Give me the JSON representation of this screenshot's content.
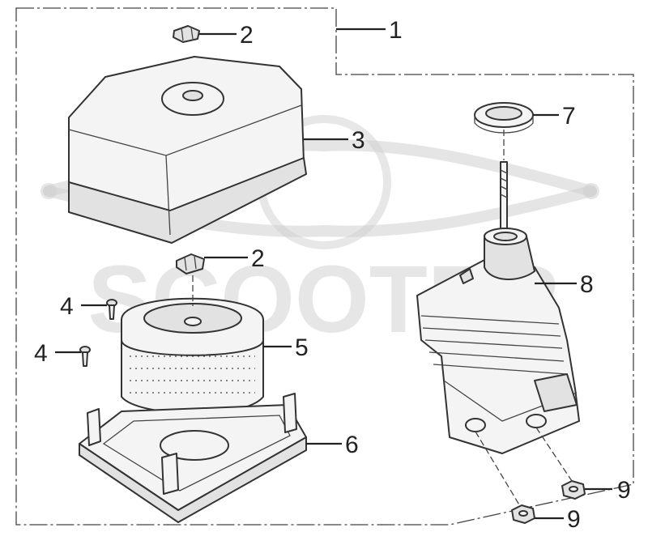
{
  "diagram": {
    "labels": [
      "1",
      "2",
      "2",
      "3",
      "4",
      "4",
      "5",
      "6",
      "7",
      "8",
      "9",
      "9"
    ]
  },
  "watermark": {
    "text": "SCOOTER"
  }
}
